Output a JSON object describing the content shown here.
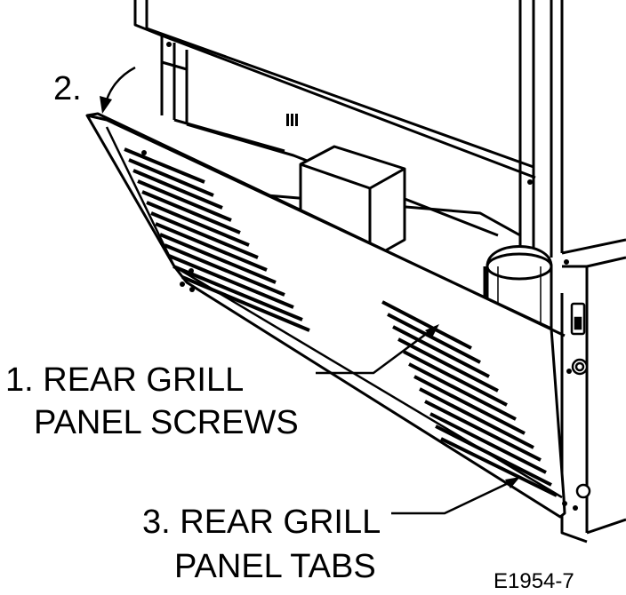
{
  "labels": {
    "step2": "2.",
    "step1_line1": "1. REAR GRILL",
    "step1_line2": "PANEL SCREWS",
    "step3_line1": "3. REAR GRILL",
    "step3_line2": "PANEL TABS"
  },
  "figure_id": "E1954-7",
  "colors": {
    "ink": "#000000",
    "paper": "#ffffff"
  }
}
